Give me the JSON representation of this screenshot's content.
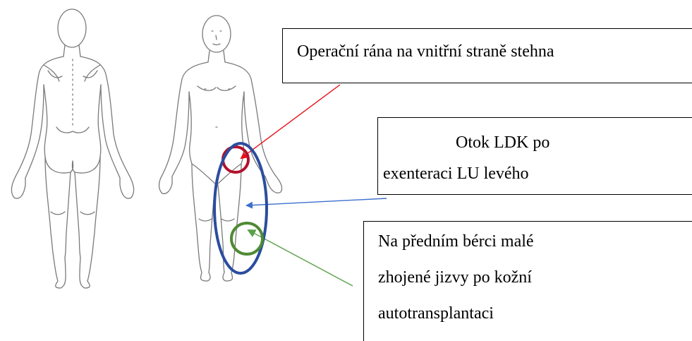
{
  "callouts": {
    "wound": {
      "text": "Operační rána na vnitřní straně stehna",
      "color": "#e8101a"
    },
    "edema": {
      "line1": "Otok LDK po",
      "line2": "exenteraci LU levého",
      "color": "#3d6fcd"
    },
    "scars": {
      "line1": "Na předním bérci malé",
      "line2": "zhojené jizvy po kožní",
      "line3": "autotransplantaci",
      "color": "#59a14a"
    }
  },
  "markers": {
    "wound_circle_color": "#b3102b",
    "edema_ellipse_color": "#2b4d9f",
    "scar_circle_color": "#4f8a33"
  },
  "figures": [
    "body-back-view",
    "body-front-view"
  ]
}
